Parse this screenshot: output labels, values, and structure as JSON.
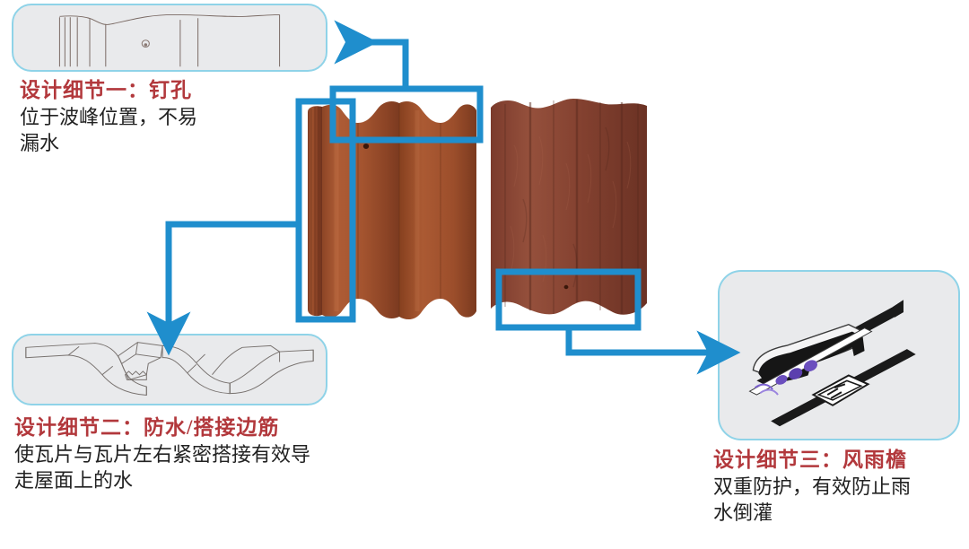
{
  "page": {
    "background": "#ffffff",
    "accent_blue": "#1f8ecd",
    "title_red": "#b2383c",
    "panel_fill": "#e9eaec",
    "panel_border": "#8fd3e8",
    "tile_left_color": "#9e4f2e",
    "tile_right_color": "#8b4436"
  },
  "callouts": [
    {
      "id": "callout-1",
      "title": "设计细节一：钉孔",
      "body_lines": [
        "位于波峰位置，不易",
        "漏水"
      ],
      "diagram": "tile-profile-nail-hole-drawing"
    },
    {
      "id": "callout-2",
      "title": "设计细节二：防水/搭接边筋",
      "body_lines": [
        "使瓦片与瓦片左右紧密搭接有效导",
        "走屋面上的水"
      ],
      "diagram": "tile-interlock-side-rib-drawing"
    },
    {
      "id": "callout-3",
      "title": "设计细节三：风雨檐",
      "body_lines": [
        "双重防护，有效防止雨",
        "水倒灌"
      ],
      "diagram": "storm-eave-cross-section-drawing"
    }
  ],
  "photos": [
    {
      "id": "tile-photo-front",
      "label": "roof-tile-front-view"
    },
    {
      "id": "tile-photo-back",
      "label": "roof-tile-back-view"
    }
  ],
  "highlights": [
    {
      "id": "highlight-nail-hole",
      "target": "callout-1"
    },
    {
      "id": "highlight-side-rib",
      "target": "callout-2"
    },
    {
      "id": "highlight-storm-eave",
      "target": "callout-3"
    }
  ]
}
